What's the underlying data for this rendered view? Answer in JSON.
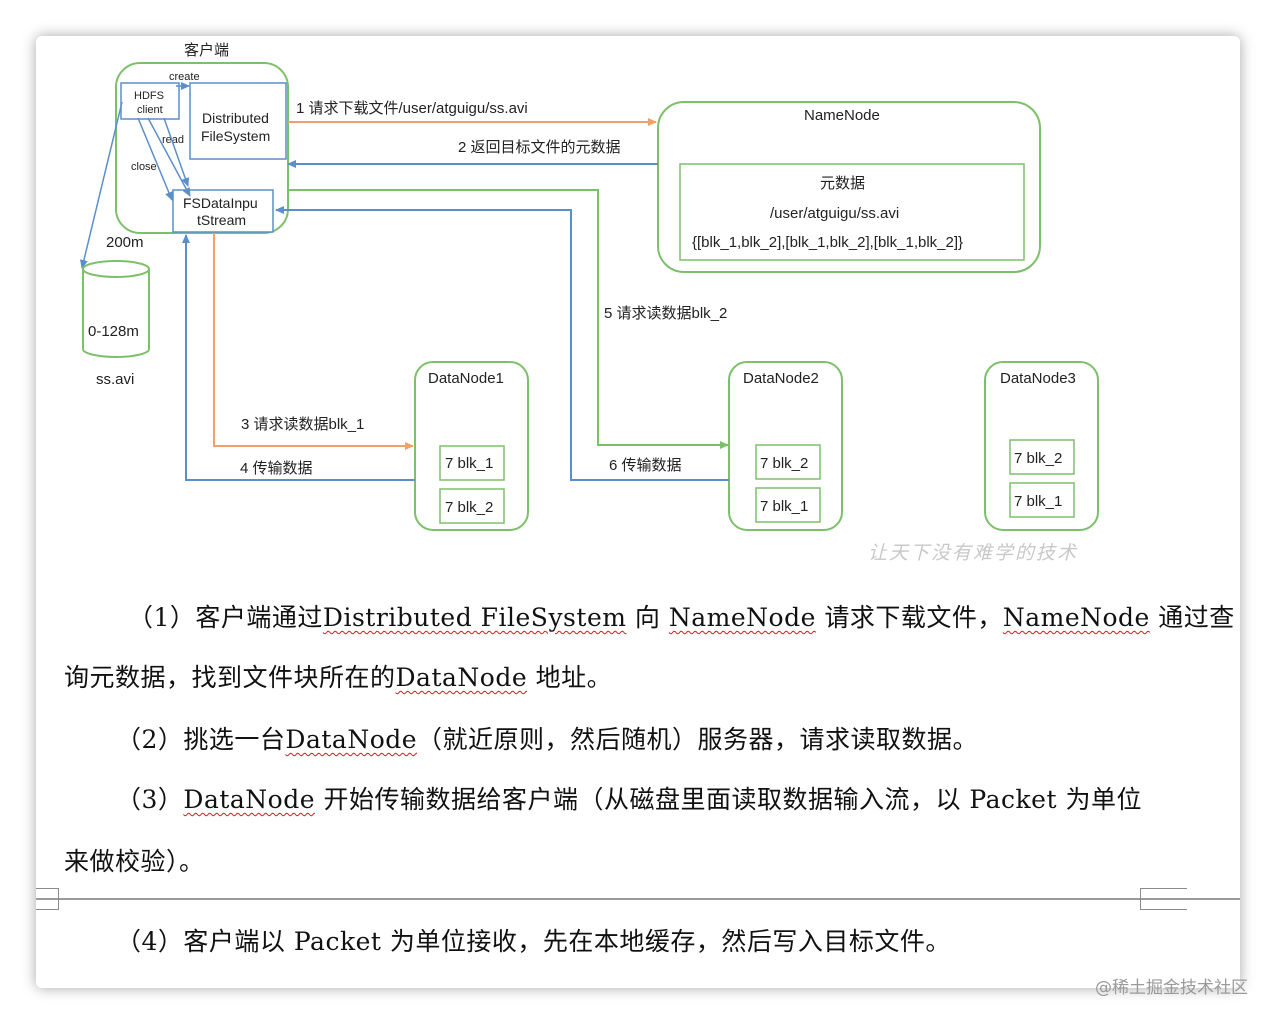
{
  "diagram": {
    "client_title": "客户端",
    "create_label": "create",
    "hdfs_client": [
      "HDFS",
      "client"
    ],
    "dfs_box": [
      "Distributed",
      "FileSystem"
    ],
    "read_label": "read",
    "close_label": "close",
    "fsdata_box": [
      "FSDataInpu",
      "tStream"
    ],
    "size_200": "200m",
    "disk_label": "0-128m",
    "file_label": "ss.avi",
    "step1": "1 请求下载文件/user/atguigu/ss.avi",
    "step2": "2 返回目标文件的元数据",
    "namenode_title": "NameNode",
    "meta_title": "元数据",
    "meta_path": "/user/atguigu/ss.avi",
    "meta_blocks": "{[blk_1,blk_2],[blk_1,blk_2],[blk_1,blk_2]}",
    "step5": "5 请求读数据blk_2",
    "step3": "3 请求读数据blk_1",
    "step4": "4 传输数据",
    "step6": "6 传输数据",
    "dn1_title": "DataNode1",
    "dn1_blocks": [
      "7 blk_1",
      "7 blk_2"
    ],
    "dn2_title": "DataNode2",
    "dn2_blocks": [
      "7 blk_2",
      "7 blk_1"
    ],
    "dn3_title": "DataNode3",
    "dn3_blocks": [
      "7 blk_2",
      "7 blk_1"
    ],
    "watermark": "让天下没有难学的技术"
  },
  "text": {
    "p1_prefix": "（1）客户端通过",
    "p1_dfs": "Distributed FileSystem",
    "p1_mid": " 向 ",
    "p1_nn1": "NameNode",
    "p1_mid2": " 请求下载文件，",
    "p1_nn2": "NameNode",
    "p1_end": " 通过查",
    "p1_line2_prefix": "询元数据，找到文件块所在的",
    "p1_dn": "DataNode",
    "p1_line2_end": " 地址。",
    "p2_prefix": "（2）挑选一台",
    "p2_dn": "DataNode",
    "p2_end": "（就近原则，然后随机）服务器，请求读取数据。",
    "p3_prefix": "（3）",
    "p3_dn": "DataNode",
    "p3_end": " 开始传输数据给客户端（从磁盘里面读取数据输入流，以 Packet 为单位",
    "p3_line2": "来做校验）。",
    "p4": "（4）客户端以 Packet 为单位接收，先在本地缓存，然后写入目标文件。"
  },
  "footer_watermark": "@稀土掘金技术社区",
  "colors": {
    "green": "#7dc06a",
    "blue": "#5b8fc9",
    "orange": "#f0a06a",
    "squiggle": "#d21a1a"
  }
}
